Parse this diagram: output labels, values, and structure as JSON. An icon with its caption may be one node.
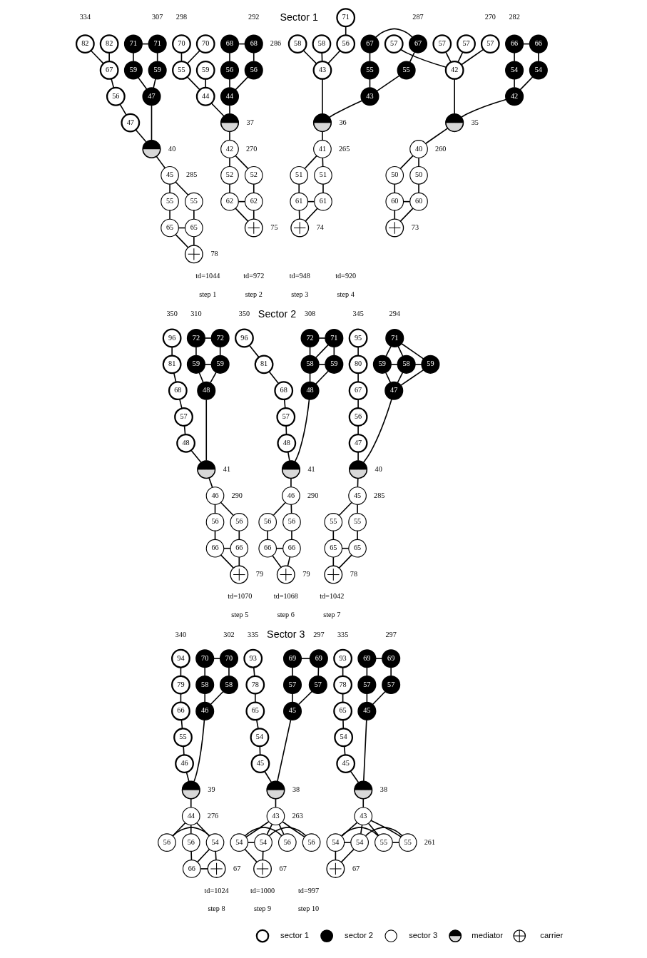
{
  "diagram": {
    "nodes": [
      {
        "text": [
          "82"
        ],
        "beside": [
          "334"
        ]
      },
      {
        "text": [
          "82"
        ]
      },
      {
        "text": [
          "67"
        ]
      },
      {
        "text": [
          "56"
        ]
      },
      {
        "text": [
          "47"
        ]
      },
      {
        "text": [
          "71"
        ],
        "beside": [
          "307"
        ]
      },
      {
        "text": [
          "71"
        ]
      },
      {
        "text": [
          "59"
        ]
      },
      {
        "text": [
          "59"
        ]
      },
      {
        "text": [
          "47"
        ]
      },
      {
        "text": [],
        "shape": "circle",
        "beside": [
          "40"
        ]
      },
      {
        "text": [
          "45"
        ],
        "beside": [
          "285"
        ]
      },
      {
        "text": [
          "55"
        ]
      },
      {
        "text": [
          "55"
        ]
      },
      {
        "text": [
          "65"
        ]
      },
      {
        "text": [
          "65"
        ]
      },
      {
        "text": [],
        "shape": "circle",
        "beside": [
          "78"
        ]
      },
      {
        "text": [
          "70"
        ],
        "beside": [
          "298"
        ]
      },
      {
        "text": [
          "70"
        ]
      },
      {
        "text": [
          "59"
        ]
      },
      {
        "text": [
          "55"
        ]
      },
      {
        "text": [
          "44"
        ]
      },
      {
        "text": [
          "68"
        ],
        "beside": [
          "292"
        ]
      },
      {
        "text": [
          "68"
        ]
      },
      {
        "text": [
          "56"
        ]
      },
      {
        "text": [
          "56"
        ]
      },
      {
        "text": [
          "44"
        ]
      },
      {
        "text": [],
        "shape": "circle",
        "beside": [
          "37"
        ]
      },
      {
        "text": [
          "42"
        ],
        "beside": [
          "270"
        ]
      },
      {
        "text": [
          "52"
        ]
      },
      {
        "text": [
          "52"
        ]
      },
      {
        "text": [
          "62"
        ]
      },
      {
        "text": [
          "62"
        ]
      },
      {
        "text": [],
        "shape": "circle",
        "beside": [
          "75"
        ]
      },
      {
        "text": [
          "58"
        ]
      },
      {
        "text": [
          "58"
        ],
        "beside": [
          "286"
        ]
      },
      {
        "text": [
          "71"
        ]
      },
      {
        "text": [
          "56"
        ]
      },
      {
        "text": [
          "43"
        ]
      },
      {
        "text": [
          "67"
        ],
        "beside": [
          "287"
        ]
      },
      {
        "text": [
          "67"
        ]
      },
      {
        "text": [
          "55"
        ]
      },
      {
        "text": [
          "55"
        ]
      },
      {
        "text": [
          "43"
        ]
      },
      {
        "text": [],
        "shape": "circle",
        "beside": [
          "36"
        ]
      },
      {
        "text": [
          "41"
        ],
        "beside": [
          "265"
        ]
      },
      {
        "text": [
          "51"
        ]
      },
      {
        "text": [
          "51"
        ]
      },
      {
        "text": [
          "61"
        ]
      },
      {
        "text": [
          "61"
        ]
      },
      {
        "text": [],
        "shape": "circle",
        "beside": [
          "74"
        ]
      },
      {
        "text": [
          "57"
        ]
      },
      {
        "text": [
          "57"
        ],
        "beside": [
          "270"
        ]
      },
      {
        "text": [
          "57"
        ]
      },
      {
        "text": [
          "57"
        ]
      },
      {
        "text": [
          "42"
        ]
      },
      {
        "text": [
          "66"
        ],
        "beside": [
          "282"
        ]
      },
      {
        "text": [
          "66"
        ]
      },
      {
        "text": [
          "54"
        ]
      },
      {
        "text": [
          "54"
        ]
      },
      {
        "text": [
          "42"
        ]
      },
      {
        "text": [],
        "shape": "circle",
        "beside": [
          "35"
        ]
      },
      {
        "text": [
          "40"
        ],
        "beside": [
          "260"
        ]
      },
      {
        "text": [
          "50"
        ]
      },
      {
        "text": [
          "50"
        ]
      },
      {
        "text": [
          "60"
        ]
      },
      {
        "text": [
          "60"
        ]
      },
      {
        "text": [],
        "shape": "circle",
        "beside": [
          "73"
        ]
      },
      {
        "text": [
          "96"
        ],
        "beside": [
          "350"
        ]
      },
      {
        "text": [
          "81"
        ]
      },
      {
        "text": [
          "68"
        ]
      },
      {
        "text": [
          "57"
        ]
      },
      {
        "text": [
          "48"
        ]
      },
      {
        "text": [
          "72"
        ],
        "beside": [
          "310"
        ]
      },
      {
        "text": [
          "72"
        ]
      },
      {
        "text": [
          "59"
        ]
      },
      {
        "text": [
          "59"
        ]
      },
      {
        "text": [
          "48"
        ]
      },
      {
        "text": [],
        "shape": "circle",
        "beside": [
          "41"
        ]
      },
      {
        "text": [
          "46"
        ],
        "beside": [
          "290"
        ]
      },
      {
        "text": [
          "56"
        ]
      },
      {
        "text": [
          "56"
        ]
      },
      {
        "text": [
          "66"
        ]
      },
      {
        "text": [
          "66"
        ]
      },
      {
        "text": [],
        "shape": "circle",
        "beside": [
          "79"
        ]
      },
      {
        "text": [
          "96"
        ],
        "beside": [
          "350"
        ]
      },
      {
        "text": [
          "81"
        ]
      },
      {
        "text": [
          "68"
        ]
      },
      {
        "text": [
          "57"
        ]
      },
      {
        "text": [
          "48"
        ]
      },
      {
        "text": [
          "72"
        ],
        "beside": [
          "308"
        ]
      },
      {
        "text": [
          "71"
        ]
      },
      {
        "text": [
          "58"
        ]
      },
      {
        "text": [
          "59"
        ]
      },
      {
        "text": [
          "48"
        ]
      },
      {
        "text": [],
        "shape": "circle",
        "beside": [
          "41"
        ]
      },
      {
        "text": [
          "46"
        ],
        "beside": [
          "290"
        ]
      },
      {
        "text": [
          "56"
        ]
      },
      {
        "text": [
          "56"
        ]
      },
      {
        "text": [
          "66"
        ]
      },
      {
        "text": [
          "66"
        ]
      },
      {
        "text": [],
        "shape": "circle",
        "beside": [
          "79"
        ]
      },
      {
        "text": [
          "95"
        ],
        "beside": [
          "345"
        ]
      },
      {
        "text": [
          "80"
        ]
      },
      {
        "text": [
          "67"
        ]
      },
      {
        "text": [
          "56"
        ]
      },
      {
        "text": [
          "47"
        ]
      },
      {
        "text": [
          "71"
        ],
        "beside": [
          "294"
        ]
      },
      {
        "text": [
          "59"
        ]
      },
      {
        "text": [
          "58"
        ]
      },
      {
        "text": [
          "59"
        ]
      },
      {
        "text": [
          "47"
        ]
      },
      {
        "text": [],
        "shape": "circle",
        "beside": [
          "40"
        ]
      },
      {
        "text": [
          "45"
        ],
        "beside": [
          "285"
        ]
      },
      {
        "text": [
          "55"
        ]
      },
      {
        "text": [
          "55"
        ]
      },
      {
        "text": [
          "65"
        ]
      },
      {
        "text": [
          "65"
        ]
      },
      {
        "text": [],
        "shape": "circle",
        "beside": [
          "78"
        ]
      },
      {
        "text": [
          "94"
        ],
        "beside": [
          "340"
        ]
      },
      {
        "text": [
          "79"
        ]
      },
      {
        "text": [
          "66"
        ]
      },
      {
        "text": [
          "55"
        ]
      },
      {
        "text": [
          "46"
        ]
      },
      {
        "text": [
          "70"
        ],
        "beside": [
          "302"
        ]
      },
      {
        "text": [
          "70"
        ]
      },
      {
        "text": [
          "58"
        ]
      },
      {
        "text": [
          "58"
        ]
      },
      {
        "text": [
          "46"
        ]
      },
      {
        "text": [],
        "shape": "circle",
        "beside": [
          "39"
        ]
      },
      {
        "text": [
          "44"
        ],
        "beside": [
          "276"
        ]
      },
      {
        "text": [
          "56"
        ]
      },
      {
        "text": [
          "56"
        ]
      },
      {
        "text": [
          "54"
        ]
      },
      {
        "text": [
          "66"
        ]
      },
      {
        "text": [],
        "shape": "circle",
        "beside": [
          "67"
        ]
      },
      {
        "text": [
          "93"
        ],
        "beside": [
          "335"
        ]
      },
      {
        "text": [
          "78"
        ]
      },
      {
        "text": [
          "65"
        ]
      },
      {
        "text": [
          "54"
        ]
      },
      {
        "text": [
          "45"
        ]
      },
      {
        "text": [
          "69"
        ],
        "beside": [
          "297"
        ]
      },
      {
        "text": [
          "69"
        ]
      },
      {
        "text": [
          "57"
        ]
      },
      {
        "text": [
          "57"
        ]
      },
      {
        "text": [
          "45"
        ]
      },
      {
        "text": [],
        "shape": "circle",
        "beside": [
          "38"
        ]
      },
      {
        "text": [
          "43"
        ],
        "beside": [
          "263"
        ]
      },
      {
        "text": [
          "56"
        ]
      },
      {
        "text": [
          "56"
        ]
      },
      {
        "text": [
          "54"
        ]
      },
      {
        "text": [
          "54"
        ]
      },
      {
        "text": [],
        "shape": "circle",
        "beside": [
          "67"
        ]
      },
      {
        "text": [
          "93"
        ],
        "beside": [
          "335"
        ]
      },
      {
        "text": [
          "78"
        ]
      },
      {
        "text": [
          "65"
        ]
      },
      {
        "text": [
          "54"
        ]
      },
      {
        "text": [
          "45"
        ]
      },
      {
        "text": [
          "69"
        ],
        "beside": [
          "297"
        ]
      },
      {
        "text": [
          "69"
        ]
      },
      {
        "text": [
          "57"
        ]
      },
      {
        "text": [
          "57"
        ]
      },
      {
        "text": [
          "45"
        ]
      },
      {
        "text": [],
        "shape": "circle",
        "beside": [
          "38"
        ]
      },
      {
        "text": [
          "43"
        ]
      },
      {
        "text": [
          "55"
        ]
      },
      {
        "text": [
          "55"
        ],
        "beside": [
          "261"
        ]
      },
      {
        "text": [
          "54"
        ]
      },
      {
        "text": [
          "54"
        ]
      },
      {
        "text": [],
        "shape": "circle",
        "beside": [
          "67"
        ]
      }
    ],
    "edges": [
      {
        "from": 0,
        "to": 2,
        "arrow": "none"
      },
      {
        "from": 1,
        "to": 2,
        "arrow": "none"
      },
      {
        "from": 2,
        "to": 3,
        "arrow": "none"
      },
      {
        "from": 3,
        "to": 4,
        "arrow": "none"
      },
      {
        "from": 4,
        "to": 10,
        "arrow": "none"
      },
      {
        "from": 5,
        "to": 6,
        "arrow": "none"
      },
      {
        "from": 5,
        "to": 7,
        "arrow": "none"
      },
      {
        "from": 6,
        "to": 8,
        "arrow": "none"
      },
      {
        "from": 7,
        "to": 9,
        "arrow": "none"
      },
      {
        "from": 8,
        "to": 9,
        "arrow": "none"
      },
      {
        "from": 9,
        "to": 10,
        "arrow": "none"
      },
      {
        "from": 10,
        "to": 11,
        "arrow": "none"
      },
      {
        "from": 11,
        "to": 12,
        "arrow": "none"
      },
      {
        "from": 11,
        "to": 13,
        "arrow": "none"
      },
      {
        "from": 12,
        "to": 14,
        "arrow": "none"
      },
      {
        "from": 13,
        "to": 15,
        "arrow": "none"
      },
      {
        "from": 14,
        "to": 15,
        "arrow": "none"
      },
      {
        "from": 14,
        "to": 16,
        "arrow": "none"
      },
      {
        "from": 15,
        "to": 16,
        "arrow": "none"
      },
      {
        "from": 17,
        "to": 20,
        "arrow": "none"
      },
      {
        "from": 18,
        "to": 20,
        "arrow": "none"
      },
      {
        "from": 20,
        "to": 21,
        "arrow": "none"
      },
      {
        "from": 19,
        "to": 21,
        "arrow": "none"
      },
      {
        "from": 21,
        "to": 27,
        "arrow": "none"
      },
      {
        "from": 22,
        "to": 23,
        "arrow": "none"
      },
      {
        "from": 22,
        "to": 24,
        "arrow": "none"
      },
      {
        "from": 23,
        "to": 25,
        "arrow": "none"
      },
      {
        "from": 24,
        "to": 26,
        "arrow": "none"
      },
      {
        "from": 25,
        "to": 26,
        "arrow": "none"
      },
      {
        "from": 26,
        "to": 27,
        "arrow": "none"
      },
      {
        "from": 27,
        "to": 28,
        "arrow": "none"
      },
      {
        "from": 28,
        "to": 29,
        "arrow": "none"
      },
      {
        "from": 28,
        "to": 30,
        "arrow": "none"
      },
      {
        "from": 29,
        "to": 31,
        "arrow": "none"
      },
      {
        "from": 30,
        "to": 32,
        "arrow": "none"
      },
      {
        "from": 31,
        "to": 32,
        "arrow": "none"
      },
      {
        "from": 31,
        "to": 33,
        "arrow": "none"
      },
      {
        "from": 32,
        "to": 33,
        "arrow": "none"
      },
      {
        "from": 34,
        "to": 38,
        "arrow": "none"
      },
      {
        "from": 35,
        "to": 38,
        "arrow": "none"
      },
      {
        "from": 36,
        "to": 37,
        "arrow": "none"
      },
      {
        "from": 37,
        "to": 38,
        "arrow": "none"
      },
      {
        "from": 38,
        "to": 44,
        "arrow": "none"
      },
      {
        "from": 39,
        "to": 40,
        "arrow": "none"
      },
      {
        "from": 39,
        "to": 41,
        "arrow": "none"
      },
      {
        "from": 40,
        "to": 42,
        "arrow": "none"
      },
      {
        "from": 41,
        "to": 43,
        "arrow": "none"
      },
      {
        "from": 42,
        "to": 43,
        "arrow": "none"
      },
      {
        "from": 43,
        "to": 44,
        "arrow": "none"
      },
      {
        "from": 44,
        "to": 45,
        "arrow": "none"
      },
      {
        "from": 45,
        "to": 46,
        "arrow": "none"
      },
      {
        "from": 45,
        "to": 47,
        "arrow": "none"
      },
      {
        "from": 46,
        "to": 48,
        "arrow": "none"
      },
      {
        "from": 47,
        "to": 49,
        "arrow": "none"
      },
      {
        "from": 48,
        "to": 49,
        "arrow": "none"
      },
      {
        "from": 48,
        "to": 50,
        "arrow": "none"
      },
      {
        "from": 49,
        "to": 50,
        "arrow": "none"
      },
      {
        "from": 51,
        "to": 55,
        "arrow": "none"
      },
      {
        "from": 52,
        "to": 55,
        "arrow": "none"
      },
      {
        "from": 53,
        "to": 55,
        "arrow": "none"
      },
      {
        "from": 54,
        "to": 55,
        "arrow": "none"
      },
      {
        "from": 55,
        "to": 61,
        "arrow": "none"
      },
      {
        "from": 56,
        "to": 57,
        "arrow": "none"
      },
      {
        "from": 56,
        "to": 58,
        "arrow": "none"
      },
      {
        "from": 57,
        "to": 59,
        "arrow": "none"
      },
      {
        "from": 58,
        "to": 60,
        "arrow": "none"
      },
      {
        "from": 59,
        "to": 60,
        "arrow": "none"
      },
      {
        "from": 60,
        "to": 61,
        "arrow": "none"
      },
      {
        "from": 61,
        "to": 62,
        "arrow": "none"
      },
      {
        "from": 62,
        "to": 63,
        "arrow": "none"
      },
      {
        "from": 62,
        "to": 64,
        "arrow": "none"
      },
      {
        "from": 63,
        "to": 65,
        "arrow": "none"
      },
      {
        "from": 64,
        "to": 66,
        "arrow": "none"
      },
      {
        "from": 65,
        "to": 66,
        "arrow": "none"
      },
      {
        "from": 65,
        "to": 67,
        "arrow": "none"
      },
      {
        "from": 66,
        "to": 67,
        "arrow": "none"
      },
      {
        "from": 68,
        "to": 69,
        "arrow": "none"
      },
      {
        "from": 69,
        "to": 70,
        "arrow": "none"
      },
      {
        "from": 70,
        "to": 71,
        "arrow": "none"
      },
      {
        "from": 71,
        "to": 72,
        "arrow": "none"
      },
      {
        "from": 72,
        "to": 78,
        "arrow": "none"
      },
      {
        "from": 73,
        "to": 74,
        "arrow": "none"
      },
      {
        "from": 73,
        "to": 75,
        "arrow": "none"
      },
      {
        "from": 74,
        "to": 76,
        "arrow": "none"
      },
      {
        "from": 75,
        "to": 76,
        "arrow": "none"
      },
      {
        "from": 75,
        "to": 77,
        "arrow": "none"
      },
      {
        "from": 76,
        "to": 77,
        "arrow": "none"
      },
      {
        "from": 77,
        "to": 78,
        "arrow": "none"
      },
      {
        "from": 78,
        "to": 79,
        "arrow": "none"
      },
      {
        "from": 79,
        "to": 80,
        "arrow": "none"
      },
      {
        "from": 79,
        "to": 81,
        "arrow": "none"
      },
      {
        "from": 80,
        "to": 82,
        "arrow": "none"
      },
      {
        "from": 81,
        "to": 83,
        "arrow": "none"
      },
      {
        "from": 82,
        "to": 83,
        "arrow": "none"
      },
      {
        "from": 82,
        "to": 84,
        "arrow": "none"
      },
      {
        "from": 83,
        "to": 84,
        "arrow": "none"
      },
      {
        "from": 85,
        "to": 86,
        "arrow": "none"
      },
      {
        "from": 86,
        "to": 87,
        "arrow": "none"
      },
      {
        "from": 87,
        "to": 88,
        "arrow": "none"
      },
      {
        "from": 88,
        "to": 89,
        "arrow": "none"
      },
      {
        "from": 89,
        "to": 95,
        "arrow": "none"
      },
      {
        "from": 90,
        "to": 91,
        "arrow": "none"
      },
      {
        "from": 90,
        "to": 92,
        "arrow": "none"
      },
      {
        "from": 91,
        "to": 92,
        "arrow": "none"
      },
      {
        "from": 91,
        "to": 93,
        "arrow": "none"
      },
      {
        "from": 92,
        "to": 93,
        "arrow": "none"
      },
      {
        "from": 92,
        "to": 94,
        "arrow": "none"
      },
      {
        "from": 93,
        "to": 94,
        "arrow": "none"
      },
      {
        "from": 94,
        "to": 95,
        "arrow": "none"
      },
      {
        "from": 95,
        "to": 96,
        "arrow": "none"
      },
      {
        "from": 96,
        "to": 97,
        "arrow": "none"
      },
      {
        "from": 96,
        "to": 98,
        "arrow": "none"
      },
      {
        "from": 97,
        "to": 99,
        "arrow": "none"
      },
      {
        "from": 98,
        "to": 100,
        "arrow": "none"
      },
      {
        "from": 99,
        "to": 100,
        "arrow": "none"
      },
      {
        "from": 99,
        "to": 101,
        "arrow": "none"
      },
      {
        "from": 100,
        "to": 101,
        "arrow": "none"
      },
      {
        "from": 102,
        "to": 103,
        "arrow": "none"
      },
      {
        "from": 103,
        "to": 104,
        "arrow": "none"
      },
      {
        "from": 104,
        "to": 105,
        "arrow": "none"
      },
      {
        "from": 105,
        "to": 106,
        "arrow": "none"
      },
      {
        "from": 106,
        "to": 112,
        "arrow": "none"
      },
      {
        "from": 107,
        "to": 108,
        "arrow": "none"
      },
      {
        "from": 107,
        "to": 109,
        "arrow": "none"
      },
      {
        "from": 107,
        "to": 110,
        "arrow": "none"
      },
      {
        "from": 108,
        "to": 109,
        "arrow": "none"
      },
      {
        "from": 109,
        "to": 110,
        "arrow": "none"
      },
      {
        "from": 108,
        "to": 111,
        "arrow": "none"
      },
      {
        "from": 109,
        "to": 111,
        "arrow": "none"
      },
      {
        "from": 110,
        "to": 111,
        "arrow": "none"
      },
      {
        "from": 111,
        "to": 112,
        "arrow": "none"
      },
      {
        "from": 112,
        "to": 113,
        "arrow": "none"
      },
      {
        "from": 113,
        "to": 114,
        "arrow": "none"
      },
      {
        "from": 113,
        "to": 115,
        "arrow": "none"
      },
      {
        "from": 114,
        "to": 116,
        "arrow": "none"
      },
      {
        "from": 115,
        "to": 117,
        "arrow": "none"
      },
      {
        "from": 116,
        "to": 117,
        "arrow": "none"
      },
      {
        "from": 116,
        "to": 118,
        "arrow": "none"
      },
      {
        "from": 117,
        "to": 118,
        "arrow": "none"
      },
      {
        "from": 119,
        "to": 120,
        "arrow": "none"
      },
      {
        "from": 120,
        "to": 121,
        "arrow": "none"
      },
      {
        "from": 121,
        "to": 122,
        "arrow": "none"
      },
      {
        "from": 122,
        "to": 123,
        "arrow": "none"
      },
      {
        "from": 123,
        "to": 129,
        "arrow": "none"
      },
      {
        "from": 124,
        "to": 125,
        "arrow": "none"
      },
      {
        "from": 124,
        "to": 126,
        "arrow": "none"
      },
      {
        "from": 125,
        "to": 127,
        "arrow": "none"
      },
      {
        "from": 126,
        "to": 128,
        "arrow": "none"
      },
      {
        "from": 127,
        "to": 128,
        "arrow": "none"
      },
      {
        "from": 128,
        "to": 129,
        "arrow": "none"
      },
      {
        "from": 129,
        "to": 130,
        "arrow": "none"
      },
      {
        "from": 130,
        "to": 131,
        "arrow": "none"
      },
      {
        "from": 130,
        "to": 132,
        "arrow": "none"
      },
      {
        "from": 131,
        "to": 133,
        "arrow": "none"
      },
      {
        "from": 132,
        "to": 134,
        "arrow": "none"
      },
      {
        "from": 130,
        "to": 133,
        "arrow": "none"
      },
      {
        "from": 133,
        "to": 134,
        "arrow": "none"
      },
      {
        "from": 133,
        "to": 135,
        "arrow": "none"
      },
      {
        "from": 134,
        "to": 135,
        "arrow": "none"
      },
      {
        "from": 136,
        "to": 137,
        "arrow": "none"
      },
      {
        "from": 137,
        "to": 138,
        "arrow": "none"
      },
      {
        "from": 138,
        "to": 139,
        "arrow": "none"
      },
      {
        "from": 139,
        "to": 140,
        "arrow": "none"
      },
      {
        "from": 140,
        "to": 146,
        "arrow": "none"
      },
      {
        "from": 141,
        "to": 142,
        "arrow": "none"
      },
      {
        "from": 141,
        "to": 143,
        "arrow": "none"
      },
      {
        "from": 142,
        "to": 144,
        "arrow": "none"
      },
      {
        "from": 143,
        "to": 145,
        "arrow": "none"
      },
      {
        "from": 144,
        "to": 145,
        "arrow": "none"
      },
      {
        "from": 145,
        "to": 146,
        "arrow": "none"
      },
      {
        "from": 146,
        "to": 147,
        "arrow": "none"
      },
      {
        "from": 147,
        "to": 148,
        "arrow": "none"
      },
      {
        "from": 147,
        "to": 149,
        "arrow": "none"
      },
      {
        "from": 148,
        "to": 150,
        "arrow": "none"
      },
      {
        "from": 149,
        "to": 151,
        "arrow": "none"
      },
      {
        "from": 147,
        "to": 150,
        "arrow": "none"
      },
      {
        "from": 147,
        "to": 151,
        "arrow": "none"
      },
      {
        "from": 150,
        "to": 151,
        "arrow": "none"
      },
      {
        "from": 150,
        "to": 152,
        "arrow": "none"
      },
      {
        "from": 151,
        "to": 152,
        "arrow": "none"
      },
      {
        "from": 153,
        "to": 154,
        "arrow": "none"
      },
      {
        "from": 154,
        "to": 155,
        "arrow": "none"
      },
      {
        "from": 155,
        "to": 156,
        "arrow": "none"
      },
      {
        "from": 156,
        "to": 157,
        "arrow": "none"
      },
      {
        "from": 157,
        "to": 163,
        "arrow": "none"
      },
      {
        "from": 158,
        "to": 159,
        "arrow": "none"
      },
      {
        "from": 158,
        "to": 160,
        "arrow": "none"
      },
      {
        "from": 159,
        "to": 161,
        "arrow": "none"
      },
      {
        "from": 160,
        "to": 162,
        "arrow": "none"
      },
      {
        "from": 161,
        "to": 162,
        "arrow": "none"
      },
      {
        "from": 162,
        "to": 163,
        "arrow": "none"
      },
      {
        "from": 163,
        "to": 164,
        "arrow": "none"
      },
      {
        "from": 164,
        "to": 165,
        "arrow": "none"
      },
      {
        "from": 164,
        "to": 166,
        "arrow": "none"
      },
      {
        "from": 165,
        "to": 167,
        "arrow": "none"
      },
      {
        "from": 166,
        "to": 168,
        "arrow": "none"
      },
      {
        "from": 164,
        "to": 167,
        "arrow": "none"
      },
      {
        "from": 164,
        "to": 168,
        "arrow": "none"
      },
      {
        "from": 165,
        "to": 166,
        "arrow": "none"
      },
      {
        "from": 167,
        "to": 168,
        "arrow": "none"
      },
      {
        "from": 167,
        "to": 169,
        "arrow": "none"
      },
      {
        "from": 168,
        "to": 169,
        "arrow": "none"
      }
    ],
    "labels": [
      "Sector 1",
      "td=1044",
      "step 1",
      "td=972",
      "step 2",
      "td=948",
      "step 3",
      "td=920",
      "step 4",
      "Sector 2",
      "td=1070",
      "step 5",
      "td=1068",
      "step 6",
      "td=1042",
      "step 7",
      "Sector 3",
      "td=1024",
      "step 8",
      "td=1000",
      "step 9",
      "td=997",
      "step 10"
    ],
    "legend": [
      {
        "text": "sector 1"
      },
      {
        "text": "sector 2"
      },
      {
        "text": "sector 3"
      },
      {
        "text": "mediator"
      },
      {
        "text": "carrier"
      }
    ]
  }
}
